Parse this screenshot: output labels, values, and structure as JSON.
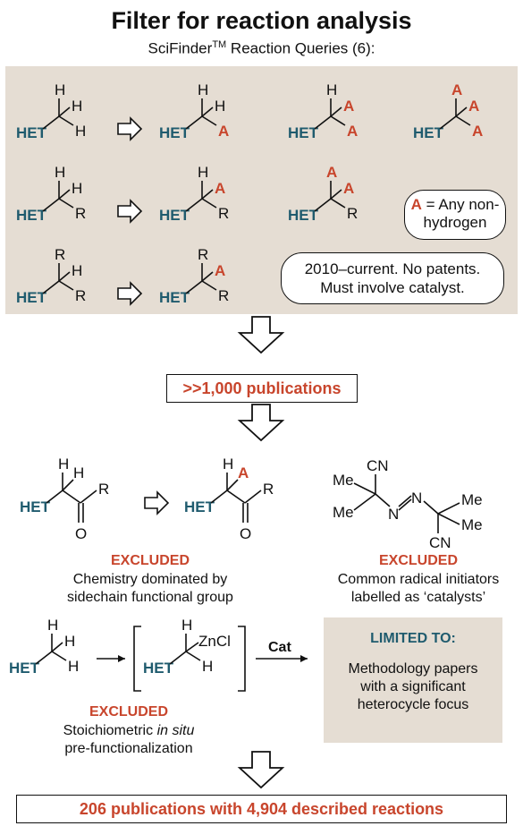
{
  "title": "Filter for reaction analysis",
  "subtitle_main": "SciFinder",
  "subtitle_sup": "TM",
  "subtitle_rest": " Reaction Queries (6):",
  "het": "HET",
  "h": "H",
  "r": "R",
  "a": "A",
  "o": "O",
  "any_box_a": "A",
  "any_box_text1": " = Any non-",
  "any_box_text2": "hydrogen",
  "criteria_line1": "2010–current. No patents.",
  "criteria_line2": "Must involve catalyst.",
  "result1": ">>1,000 publications",
  "excluded": "EXCLUDED",
  "excl1_line1": "Chemistry dominated by",
  "excl1_line2": "sidechain functional group",
  "excl2_line1": "Common radical initiators",
  "excl2_line2": "labelled as ‘catalysts’",
  "excl3_line1": "Stoichiometric",
  "excl3_italic": "in situ",
  "excl3_line2": "pre-functionalization",
  "me": "Me",
  "cn": "CN",
  "n": "N",
  "zncl": "ZnCl",
  "cat": "Cat",
  "limited_title": "LIMITED TO:",
  "limited_line1": "Methodology papers",
  "limited_line2": "with a significant",
  "limited_line3": "heterocycle focus",
  "result2": "206 publications with 4,904 described reactions",
  "colors": {
    "panel": "#e5ddd3",
    "het": "#1f5b6e",
    "red": "#c8452c"
  }
}
